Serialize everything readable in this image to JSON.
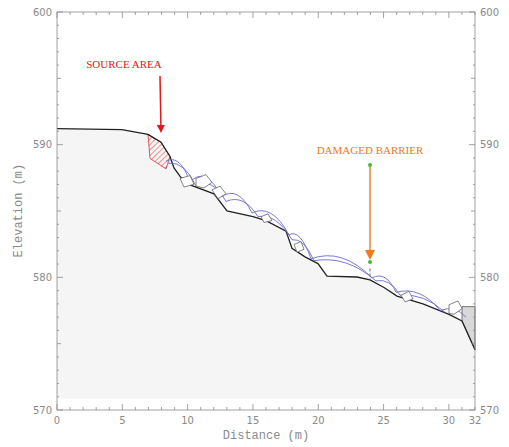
{
  "diagram": {
    "labels": [
      "SOURCE AREA",
      "DAMAGED BARRIER",
      "600",
      "590",
      "580",
      "570",
      "600",
      "590",
      "580",
      "570",
      "0",
      "5",
      "10",
      "15",
      "20",
      "25",
      "30",
      "32",
      "Distance (m)",
      "Elevation (m)"
    ]
  }
}
